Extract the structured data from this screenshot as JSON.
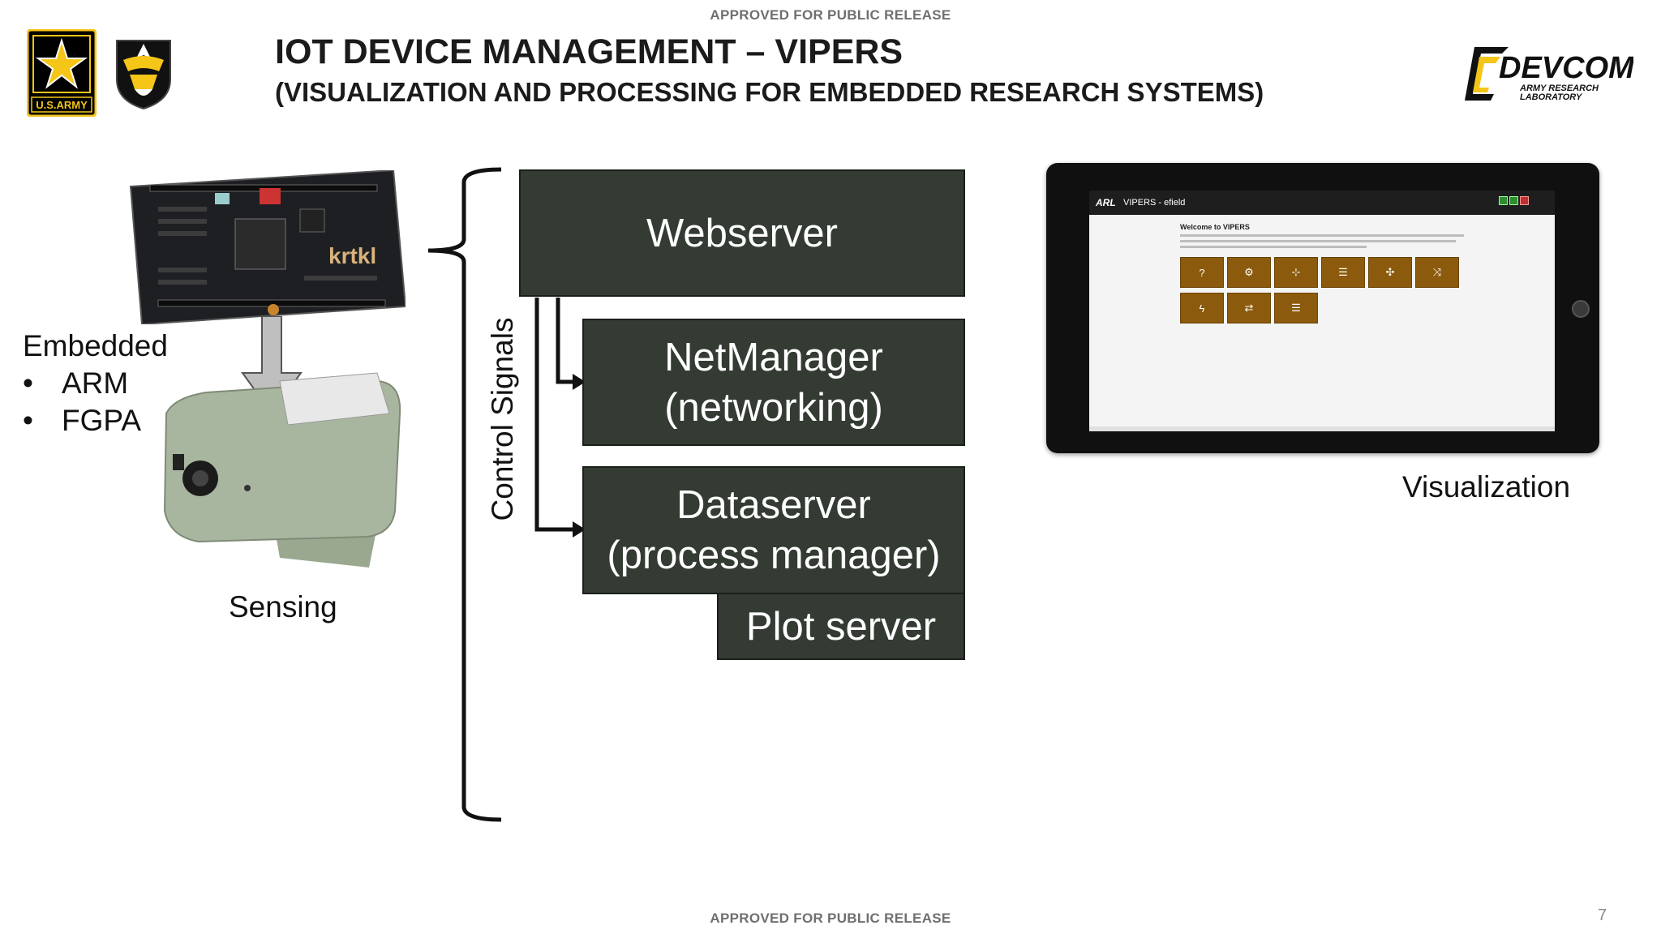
{
  "header": {
    "release_top": "APPROVED FOR PUBLIC RELEASE",
    "title": "IOT DEVICE MANAGEMENT – VIPERS",
    "subtitle": "(VISUALIZATION AND PROCESSING FOR EMBEDDED RESEARCH SYSTEMS)"
  },
  "logos": {
    "army_text": "U.S.ARMY",
    "devcom_main": "DEVCOM",
    "devcom_sub1": "ARMY RESEARCH",
    "devcom_sub2": "LABORATORY",
    "board_label": "krtkl"
  },
  "left": {
    "embedded_label": "Embedded",
    "bullets": [
      "ARM",
      "FGPA"
    ],
    "sensing_label": "Sensing"
  },
  "diagram": {
    "control_label": "Control Signals",
    "webserver": "Webserver",
    "netmanager_line1": "NetManager",
    "netmanager_line2": "(networking)",
    "dataserver_line1": "Dataserver",
    "dataserver_line2": "(process manager)",
    "plotserver": "Plot server"
  },
  "tablet": {
    "brand": "ARL",
    "app_title": "VIPERS - efield",
    "welcome": "Welcome to VIPERS",
    "tiles": [
      "?",
      "⚙",
      "⊹",
      "☰",
      "✣",
      "⤨",
      "ϟ",
      "⇄",
      "☰"
    ],
    "caption": "Visualization"
  },
  "footer": {
    "release_bottom": "APPROVED FOR PUBLIC RELEASE",
    "page_number": "7"
  },
  "colors": {
    "box_fill": "#333b33",
    "tile_fill": "#8b5a0c",
    "army_gold": "#f5c518"
  }
}
